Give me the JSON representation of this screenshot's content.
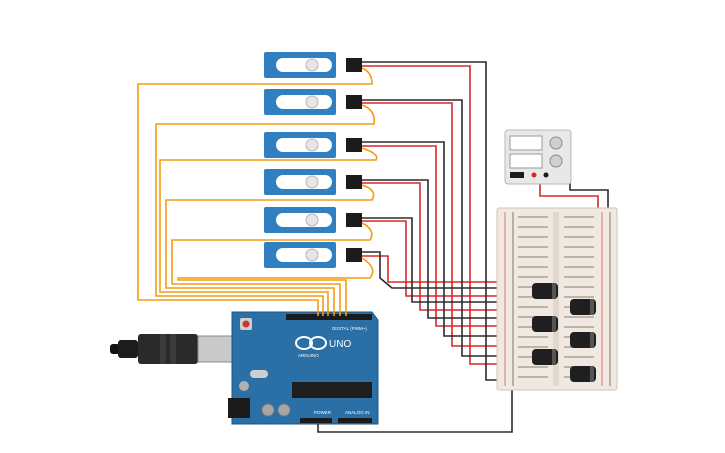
{
  "board": {
    "logo_text": "UNO",
    "brand_text": "ARDUINO",
    "digital_label": "DIGITAL (PWM~)",
    "power_label": "POWER",
    "analog_label": "ANALOG IN"
  },
  "servos": {
    "count": 6
  },
  "capacitors": {
    "count": 6
  },
  "colors": {
    "wire_signal": "#f39c12",
    "wire_power": "#d62828",
    "wire_ground": "#2b2b2b",
    "servo_body": "#2f7fc1",
    "board": "#2a6fa6",
    "breadboard": "#efe9e1"
  },
  "icons": {
    "usb_cable": "usb-cable-icon",
    "power_supply": "power-supply-icon"
  }
}
